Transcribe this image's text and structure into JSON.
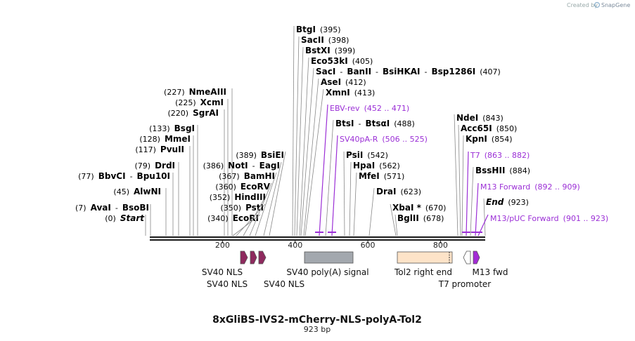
{
  "credit": {
    "created_by": "Created by",
    "brand": "SnapGene"
  },
  "map": {
    "title": "8xGliBS-IVS2-mCherry-NLS-polyA-Tol2",
    "length_label": "923 bp",
    "total_bp": 923,
    "ruler": [
      "200",
      "400",
      "600",
      "800"
    ],
    "colors": {
      "enzyme": "#000000",
      "primer": "#9b2fd6",
      "line": "#888888",
      "backbone": "#222222"
    }
  },
  "sites": [
    {
      "pos": 0,
      "parts": [
        {
          "t": "(0)",
          "c": "num"
        },
        {
          "t": "Start",
          "c": "em"
        }
      ]
    },
    {
      "pos": 7,
      "parts": [
        {
          "t": "(7)",
          "c": "num"
        },
        {
          "t": "AvaI",
          "c": "name"
        },
        {
          "t": "-",
          "c": "sep"
        },
        {
          "t": "BsoBI",
          "c": "name"
        }
      ]
    },
    {
      "pos": 45,
      "parts": [
        {
          "t": "(45)",
          "c": "num"
        },
        {
          "t": "AlwNI",
          "c": "name"
        }
      ]
    },
    {
      "pos": 77,
      "parts": [
        {
          "t": "(77)",
          "c": "num"
        },
        {
          "t": "BbvCI",
          "c": "name"
        },
        {
          "t": "-",
          "c": "sep"
        },
        {
          "t": "Bpu10I",
          "c": "name"
        }
      ]
    },
    {
      "pos": 79,
      "parts": [
        {
          "t": "(79)",
          "c": "num"
        },
        {
          "t": "DrdI",
          "c": "name"
        }
      ]
    },
    {
      "pos": 117,
      "parts": [
        {
          "t": "(117)",
          "c": "num"
        },
        {
          "t": "PvuII",
          "c": "name"
        }
      ]
    },
    {
      "pos": 128,
      "parts": [
        {
          "t": "(128)",
          "c": "num"
        },
        {
          "t": "MmeI",
          "c": "name"
        }
      ]
    },
    {
      "pos": 133,
      "parts": [
        {
          "t": "(133)",
          "c": "num"
        },
        {
          "t": "BsgI",
          "c": "name"
        }
      ]
    },
    {
      "pos": 220,
      "parts": [
        {
          "t": "(220)",
          "c": "num"
        },
        {
          "t": "SgrAI",
          "c": "name"
        }
      ]
    },
    {
      "pos": 225,
      "parts": [
        {
          "t": "(225)",
          "c": "num"
        },
        {
          "t": "XcmI",
          "c": "name"
        }
      ]
    },
    {
      "pos": 227,
      "parts": [
        {
          "t": "(227)",
          "c": "num"
        },
        {
          "t": "NmeAIII",
          "c": "name"
        }
      ]
    },
    {
      "pos": 340,
      "parts": [
        {
          "t": "(340)",
          "c": "num"
        },
        {
          "t": "EcoRI",
          "c": "name"
        }
      ]
    },
    {
      "pos": 350,
      "parts": [
        {
          "t": "(350)",
          "c": "num"
        },
        {
          "t": "PstI",
          "c": "name"
        }
      ]
    },
    {
      "pos": 352,
      "parts": [
        {
          "t": "(352)",
          "c": "num"
        },
        {
          "t": "HindIII",
          "c": "name"
        }
      ]
    },
    {
      "pos": 360,
      "parts": [
        {
          "t": "(360)",
          "c": "num"
        },
        {
          "t": "EcoRV",
          "c": "name"
        }
      ]
    },
    {
      "pos": 367,
      "parts": [
        {
          "t": "(367)",
          "c": "num"
        },
        {
          "t": "BamHI",
          "c": "name"
        }
      ]
    },
    {
      "pos": 386,
      "parts": [
        {
          "t": "(386)",
          "c": "num"
        },
        {
          "t": "NotI",
          "c": "name"
        },
        {
          "t": "-",
          "c": "sep"
        },
        {
          "t": "EagI",
          "c": "name"
        }
      ]
    },
    {
      "pos": 389,
      "parts": [
        {
          "t": "(389)",
          "c": "num"
        },
        {
          "t": "BsiEI",
          "c": "name"
        }
      ]
    },
    {
      "pos": 395,
      "parts": [
        {
          "t": "BtgI",
          "c": "name"
        },
        {
          "t": "(395)",
          "c": "num"
        }
      ]
    },
    {
      "pos": 398,
      "parts": [
        {
          "t": "SacII",
          "c": "name"
        },
        {
          "t": "(398)",
          "c": "num"
        }
      ]
    },
    {
      "pos": 399,
      "parts": [
        {
          "t": "BstXI",
          "c": "name"
        },
        {
          "t": "(399)",
          "c": "num"
        }
      ]
    },
    {
      "pos": 405,
      "parts": [
        {
          "t": "Eco53kI",
          "c": "name"
        },
        {
          "t": "(405)",
          "c": "num"
        }
      ]
    },
    {
      "pos": 407,
      "parts": [
        {
          "t": "SacI",
          "c": "name"
        },
        {
          "t": "-",
          "c": "sep"
        },
        {
          "t": "BanII",
          "c": "name"
        },
        {
          "t": "-",
          "c": "sep"
        },
        {
          "t": "BsiHKAI",
          "c": "name"
        },
        {
          "t": "-",
          "c": "sep"
        },
        {
          "t": "Bsp1286I",
          "c": "name"
        },
        {
          "t": "(407)",
          "c": "num"
        }
      ]
    },
    {
      "pos": 412,
      "parts": [
        {
          "t": "AseI",
          "c": "name"
        },
        {
          "t": "(412)",
          "c": "num"
        }
      ]
    },
    {
      "pos": 413,
      "parts": [
        {
          "t": "XmnI",
          "c": "name"
        },
        {
          "t": "(413)",
          "c": "num"
        }
      ]
    },
    {
      "pos": 452,
      "parts": [
        {
          "t": "EBV-rev",
          "c": "primer"
        },
        {
          "t": "(452 .. 471)",
          "c": "primer"
        }
      ]
    },
    {
      "pos": 488,
      "parts": [
        {
          "t": "BtsI",
          "c": "name"
        },
        {
          "t": "-",
          "c": "sep"
        },
        {
          "t": "BtsαI",
          "c": "name"
        },
        {
          "t": "(488)",
          "c": "num"
        }
      ]
    },
    {
      "pos": 506,
      "parts": [
        {
          "t": "SV40pA-R",
          "c": "primer"
        },
        {
          "t": "(506 .. 525)",
          "c": "primer"
        }
      ]
    },
    {
      "pos": 542,
      "parts": [
        {
          "t": "PsiI",
          "c": "name"
        },
        {
          "t": "(542)",
          "c": "num"
        }
      ]
    },
    {
      "pos": 562,
      "parts": [
        {
          "t": "HpaI",
          "c": "name"
        },
        {
          "t": "(562)",
          "c": "num"
        }
      ]
    },
    {
      "pos": 571,
      "parts": [
        {
          "t": "MfeI",
          "c": "name"
        },
        {
          "t": "(571)",
          "c": "num"
        }
      ]
    },
    {
      "pos": 623,
      "parts": [
        {
          "t": "DraI",
          "c": "name"
        },
        {
          "t": "(623)",
          "c": "num"
        }
      ]
    },
    {
      "pos": 670,
      "parts": [
        {
          "t": "XbaI *",
          "c": "name"
        },
        {
          "t": "(670)",
          "c": "num"
        }
      ]
    },
    {
      "pos": 678,
      "parts": [
        {
          "t": "BglII",
          "c": "name"
        },
        {
          "t": "(678)",
          "c": "num"
        }
      ]
    },
    {
      "pos": 843,
      "parts": [
        {
          "t": "NdeI",
          "c": "name"
        },
        {
          "t": "(843)",
          "c": "num"
        }
      ]
    },
    {
      "pos": 850,
      "parts": [
        {
          "t": "Acc65I",
          "c": "name"
        },
        {
          "t": "(850)",
          "c": "num"
        }
      ]
    },
    {
      "pos": 854,
      "parts": [
        {
          "t": "KpnI",
          "c": "name"
        },
        {
          "t": "(854)",
          "c": "num"
        }
      ]
    },
    {
      "pos": 863,
      "parts": [
        {
          "t": "T7",
          "c": "primer"
        },
        {
          "t": "(863 .. 882)",
          "c": "primer"
        }
      ]
    },
    {
      "pos": 884,
      "parts": [
        {
          "t": "BssHII",
          "c": "name"
        },
        {
          "t": "(884)",
          "c": "num"
        }
      ]
    },
    {
      "pos": 892,
      "parts": [
        {
          "t": "M13 Forward",
          "c": "primer"
        },
        {
          "t": "(892 .. 909)",
          "c": "primer"
        }
      ]
    },
    {
      "pos": 923,
      "parts": [
        {
          "t": "End",
          "c": "em"
        },
        {
          "t": "(923)",
          "c": "num"
        }
      ]
    },
    {
      "pos": 901,
      "parts": [
        {
          "t": "M13/pUC Forward",
          "c": "primer"
        },
        {
          "t": "(901 .. 923)",
          "c": "primer"
        }
      ]
    }
  ],
  "features": [
    {
      "name": "SV40 NLS",
      "kind": "arrow",
      "color": "#8e2a5e"
    },
    {
      "name": "SV40 NLS",
      "kind": "arrow",
      "color": "#8e2a5e"
    },
    {
      "name": "SV40 NLS",
      "kind": "arrow",
      "color": "#8e2a5e"
    },
    {
      "name": "SV40 poly(A) signal",
      "kind": "box",
      "color": "#a3a8ae"
    },
    {
      "name": "Tol2 right end",
      "kind": "box",
      "color": "#fde3c8"
    },
    {
      "name": "T7 promoter",
      "kind": "arrow",
      "color": "#ffffff"
    },
    {
      "name": "M13 fwd",
      "kind": "arrow",
      "color": "#a32bd6"
    }
  ]
}
